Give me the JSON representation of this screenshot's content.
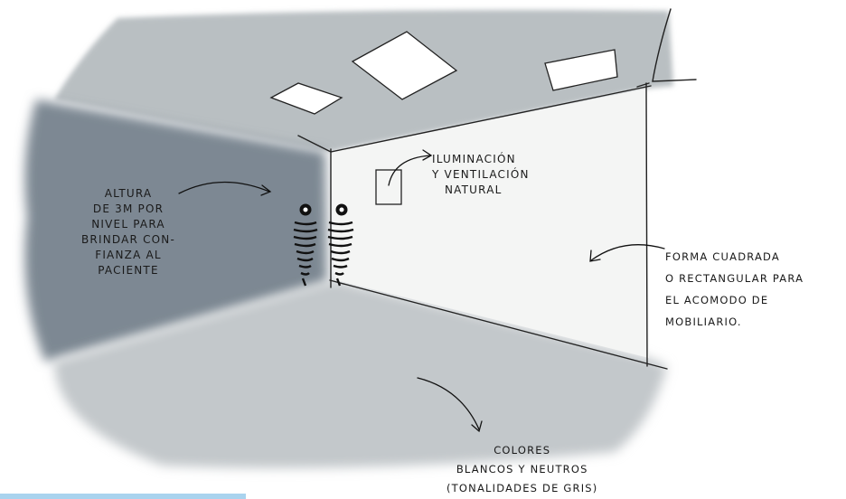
{
  "annotations": {
    "height": {
      "lines": [
        "ALTURA",
        "DE 3m POR",
        "NIVEL PARA",
        "BRINDAR CON-",
        "FIANZA AL",
        "PACIENTE"
      ]
    },
    "lighting": {
      "lines": [
        "ILUMINACIÓN",
        "Y VENTILACIÓN",
        "NATURAL"
      ]
    },
    "shape": {
      "lines": [
        "FORMA CUADRADA",
        "O RECTANGULAR PARA",
        "EL ACOMODO DE",
        "MOBILIARIO."
      ]
    },
    "colors": {
      "lines": [
        "COLORES",
        "BLANCOS Y NEUTROS",
        "(TONALIDADES DE GRIS)"
      ]
    }
  },
  "colors": {
    "left_wall": "#7d8893",
    "ceiling": "#b9bfc2",
    "floor": "#c3c8cb",
    "back_wall": "#f4f5f4",
    "ink": "#1a1a1a",
    "accent_bar": "#a9d3ee"
  }
}
